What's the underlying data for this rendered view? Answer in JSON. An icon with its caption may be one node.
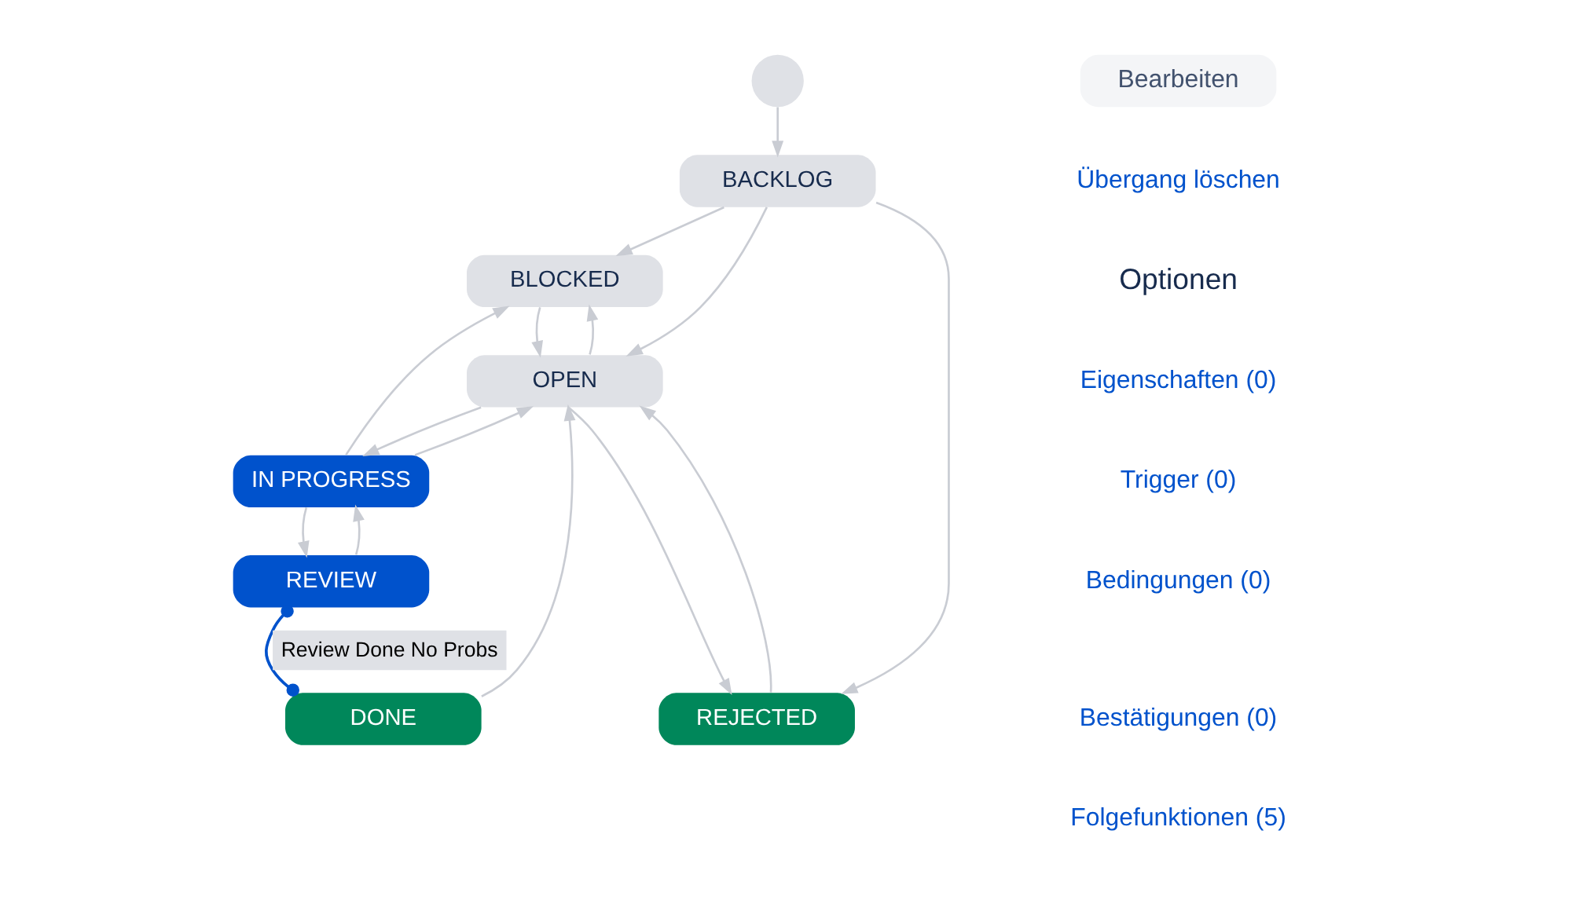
{
  "diagram": {
    "nodes": [
      {
        "text": [],
        "shape": "circle"
      },
      {
        "text": [
          "BACKLOG"
        ]
      },
      {
        "text": [
          "BLOCKED"
        ]
      },
      {
        "text": [
          "OPEN"
        ]
      },
      {
        "text": [
          "IN PROGRESS"
        ]
      },
      {
        "text": [
          "REVIEW"
        ]
      },
      {
        "text": [
          "REJECTED"
        ]
      },
      {
        "text": [
          "DONE"
        ]
      }
    ],
    "edges": [
      {
        "from": 0,
        "to": 1,
        "arrow": "to"
      },
      {
        "from": 1,
        "to": 2,
        "arrow": "to"
      },
      {
        "from": 1,
        "to": 3,
        "arrow": "to"
      },
      {
        "from": 1,
        "to": 6,
        "arrow": "to"
      },
      {
        "from": 3,
        "to": 6,
        "arrow": "to"
      },
      {
        "from": 6,
        "to": 3,
        "arrow": "to"
      },
      {
        "from": 3,
        "to": 2,
        "arrow": "to"
      },
      {
        "from": 2,
        "to": 3,
        "arrow": "to"
      },
      {
        "from": 4,
        "to": 3,
        "arrow": "to"
      },
      {
        "from": 3,
        "to": 4,
        "arrow": "to"
      },
      {
        "from": 4,
        "to": 2,
        "arrow": "to"
      },
      {
        "from": 7,
        "to": 3,
        "arrow": "to"
      },
      {
        "from": 4,
        "to": 5,
        "arrow": "to"
      },
      {
        "from": 5,
        "to": 4,
        "arrow": "to"
      },
      {
        "from": 5,
        "to": 7,
        "arrow": "other",
        "label": "Review Done No Probs",
        "color": "#0052cc"
      }
    ],
    "labels": [
      "Bearbeiten",
      "Übergang löschen",
      "Optionen",
      "Eigenschaften (0)",
      "Trigger (0)",
      "Bedingungen (0)",
      "Bestätigungen (0)",
      "Folgefunktionen (5)"
    ]
  }
}
